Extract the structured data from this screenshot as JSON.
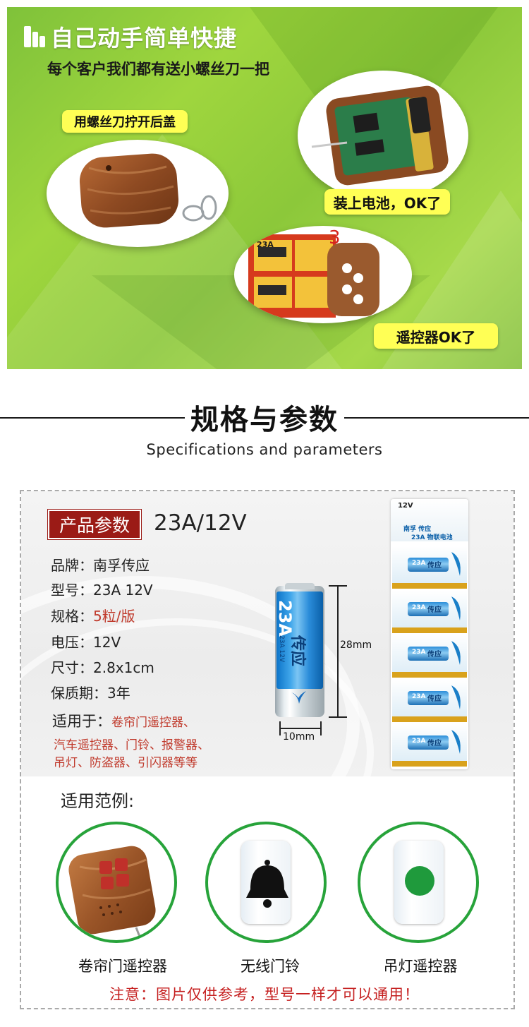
{
  "banner": {
    "title": "自己动手简单快捷",
    "subtitle": "每个客户我们都有送小螺丝刀一把",
    "step1": "用螺丝刀拧开后盖",
    "step2": "装上电池，OK了",
    "step3_number": "3",
    "step3": "遥控器OK了",
    "battery_pack_label": "23A"
  },
  "spec": {
    "title": "规格与参数",
    "subtitle": "Specifications and parameters"
  },
  "params": {
    "tag": "产品参数",
    "model_heading": "23A/12V",
    "brand": "品牌：南孚传应",
    "model": "型号：23A  12V",
    "spec_label": "规格：",
    "spec_value": "5粒/版",
    "voltage": "电压：12V",
    "size": "尺寸：2.8x1cm",
    "shelf_life": "保质期：3年",
    "usage_label": "适用于：",
    "usage_line1": "卷帘门遥控器、",
    "usage_line2": "汽车遥控器、门铃、报警器、",
    "usage_line3": "吊灯、防盗器、引闪器等等"
  },
  "battery": {
    "label_23a": "23A",
    "brand": "传应",
    "small_text": "23A 12V",
    "height_dim": "28mm",
    "width_dim": "10mm"
  },
  "card": {
    "voltage": "12V",
    "brand": "南孚 传应",
    "type": "23A 物联电池",
    "cell_label": "23A",
    "cell_brand": "传应"
  },
  "examples": {
    "title": "适用范例:",
    "items": [
      {
        "label": "卷帘门遥控器"
      },
      {
        "label": "无线门铃"
      },
      {
        "label": "吊灯遥控器"
      }
    ]
  },
  "note": "注意：图片仅供参考，型号一样才可以通用！",
  "colors": {
    "banner_green": "#8cc83a",
    "callout_yellow": "#ffff55",
    "tag_red": "#9b1b16",
    "accent_red": "#c0392b",
    "example_green": "#27a33a"
  }
}
